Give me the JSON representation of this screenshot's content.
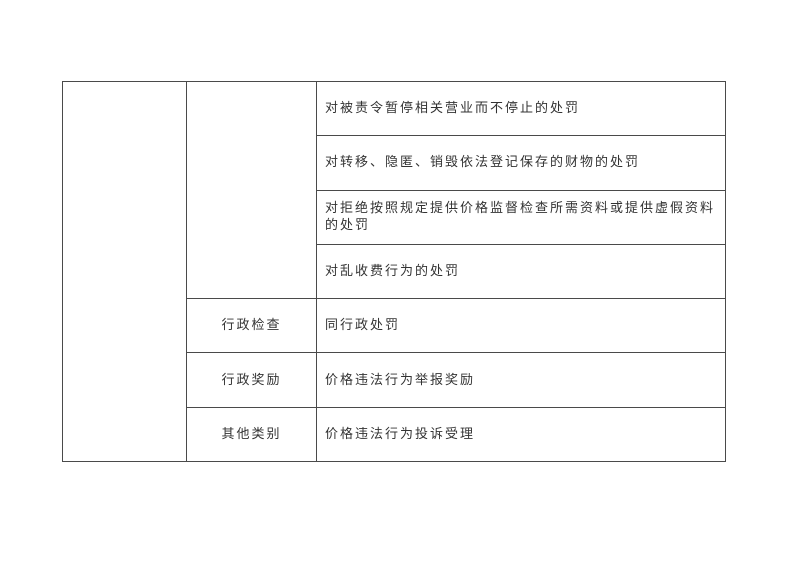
{
  "table": {
    "rows": [
      {
        "category": "",
        "item": "对被责令暂停相关营业而不停止的处罚"
      },
      {
        "category": "",
        "item": "对转移、隐匿、销毁依法登记保存的财物的处罚"
      },
      {
        "category": "",
        "item": "对拒绝按照规定提供价格监督检查所需资料或提供虚假资料的处罚"
      },
      {
        "category": "",
        "item": "对乱收费行为的处罚"
      },
      {
        "category": "行政检查",
        "item": "同行政处罚"
      },
      {
        "category": "行政奖励",
        "item": "价格违法行为举报奖励"
      },
      {
        "category": "其他类别",
        "item": "价格违法行为投诉受理"
      }
    ]
  }
}
